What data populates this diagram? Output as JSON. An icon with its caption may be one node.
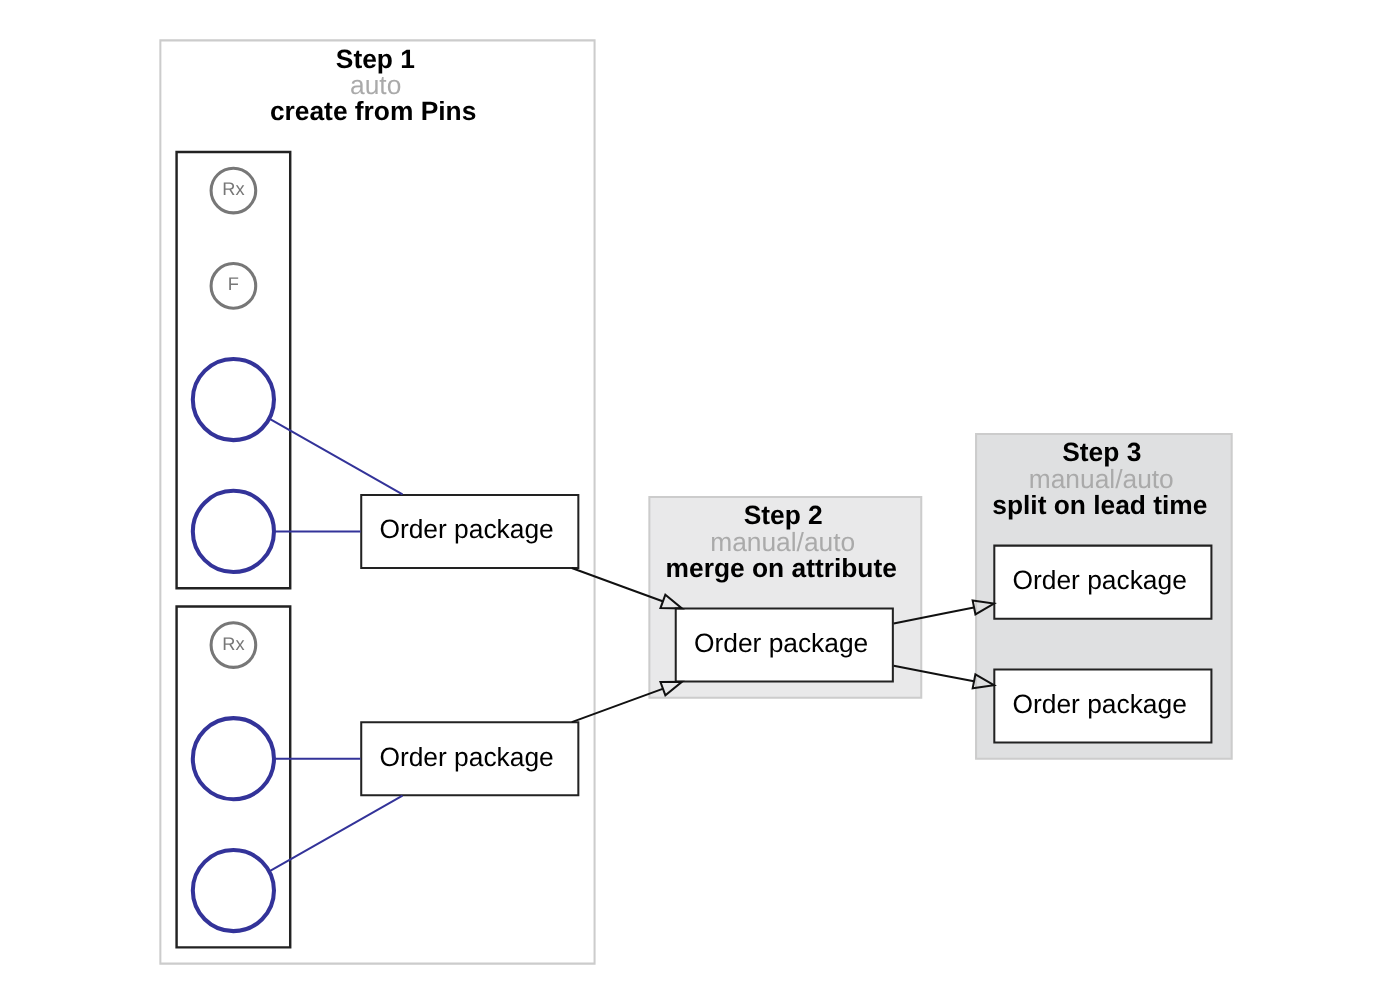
{
  "diagram": {
    "nodes": [
      {
        "text": [
          "Step 1",
          "auto",
          "create from Pins"
        ]
      },
      {
        "text": [],
        "shape": "picture",
        "in": 0
      },
      {
        "text": [
          "Rx"
        ],
        "in": 1
      },
      {
        "text": [
          "F"
        ],
        "in": 1
      },
      {
        "text": [],
        "shape": "circle",
        "in": 1
      },
      {
        "text": [],
        "shape": "circle",
        "in": 1
      },
      {
        "text": [],
        "shape": "picture",
        "in": 0
      },
      {
        "text": [
          "Rx"
        ],
        "in": 6
      },
      {
        "text": [],
        "shape": "circle",
        "in": 6
      },
      {
        "text": [],
        "shape": "circle",
        "in": 6
      },
      {
        "text": [
          "Order package"
        ],
        "in": 0
      },
      {
        "text": [
          "Order package"
        ],
        "in": 0
      },
      {
        "text": [
          "Step 2",
          "manual/auto",
          "merge on attribute"
        ]
      },
      {
        "text": [
          "Order package"
        ],
        "in": 12
      },
      {
        "text": [
          "Step 3",
          "manual/auto",
          "split on lead time"
        ]
      },
      {
        "text": [
          "Order package"
        ],
        "in": 14
      },
      {
        "text": [
          "Order package"
        ],
        "in": 14
      }
    ],
    "edges": [
      {
        "from": 4,
        "to": 10,
        "arrow": "none",
        "color": "#333399"
      },
      {
        "from": 5,
        "to": 10,
        "arrow": "none",
        "color": "#333399"
      },
      {
        "from": 8,
        "to": 11,
        "arrow": "none",
        "color": "#333399"
      },
      {
        "from": 9,
        "to": 11,
        "arrow": "none",
        "color": "#333399"
      },
      {
        "from": 10,
        "to": 13,
        "arrow": "to",
        "color": "#111111"
      },
      {
        "from": 11,
        "to": 13,
        "arrow": "to",
        "color": "#111111"
      },
      {
        "from": 13,
        "to": 15,
        "arrow": "to",
        "color": "#111111"
      },
      {
        "from": 13,
        "to": 16,
        "arrow": "to",
        "color": "#111111"
      }
    ]
  }
}
